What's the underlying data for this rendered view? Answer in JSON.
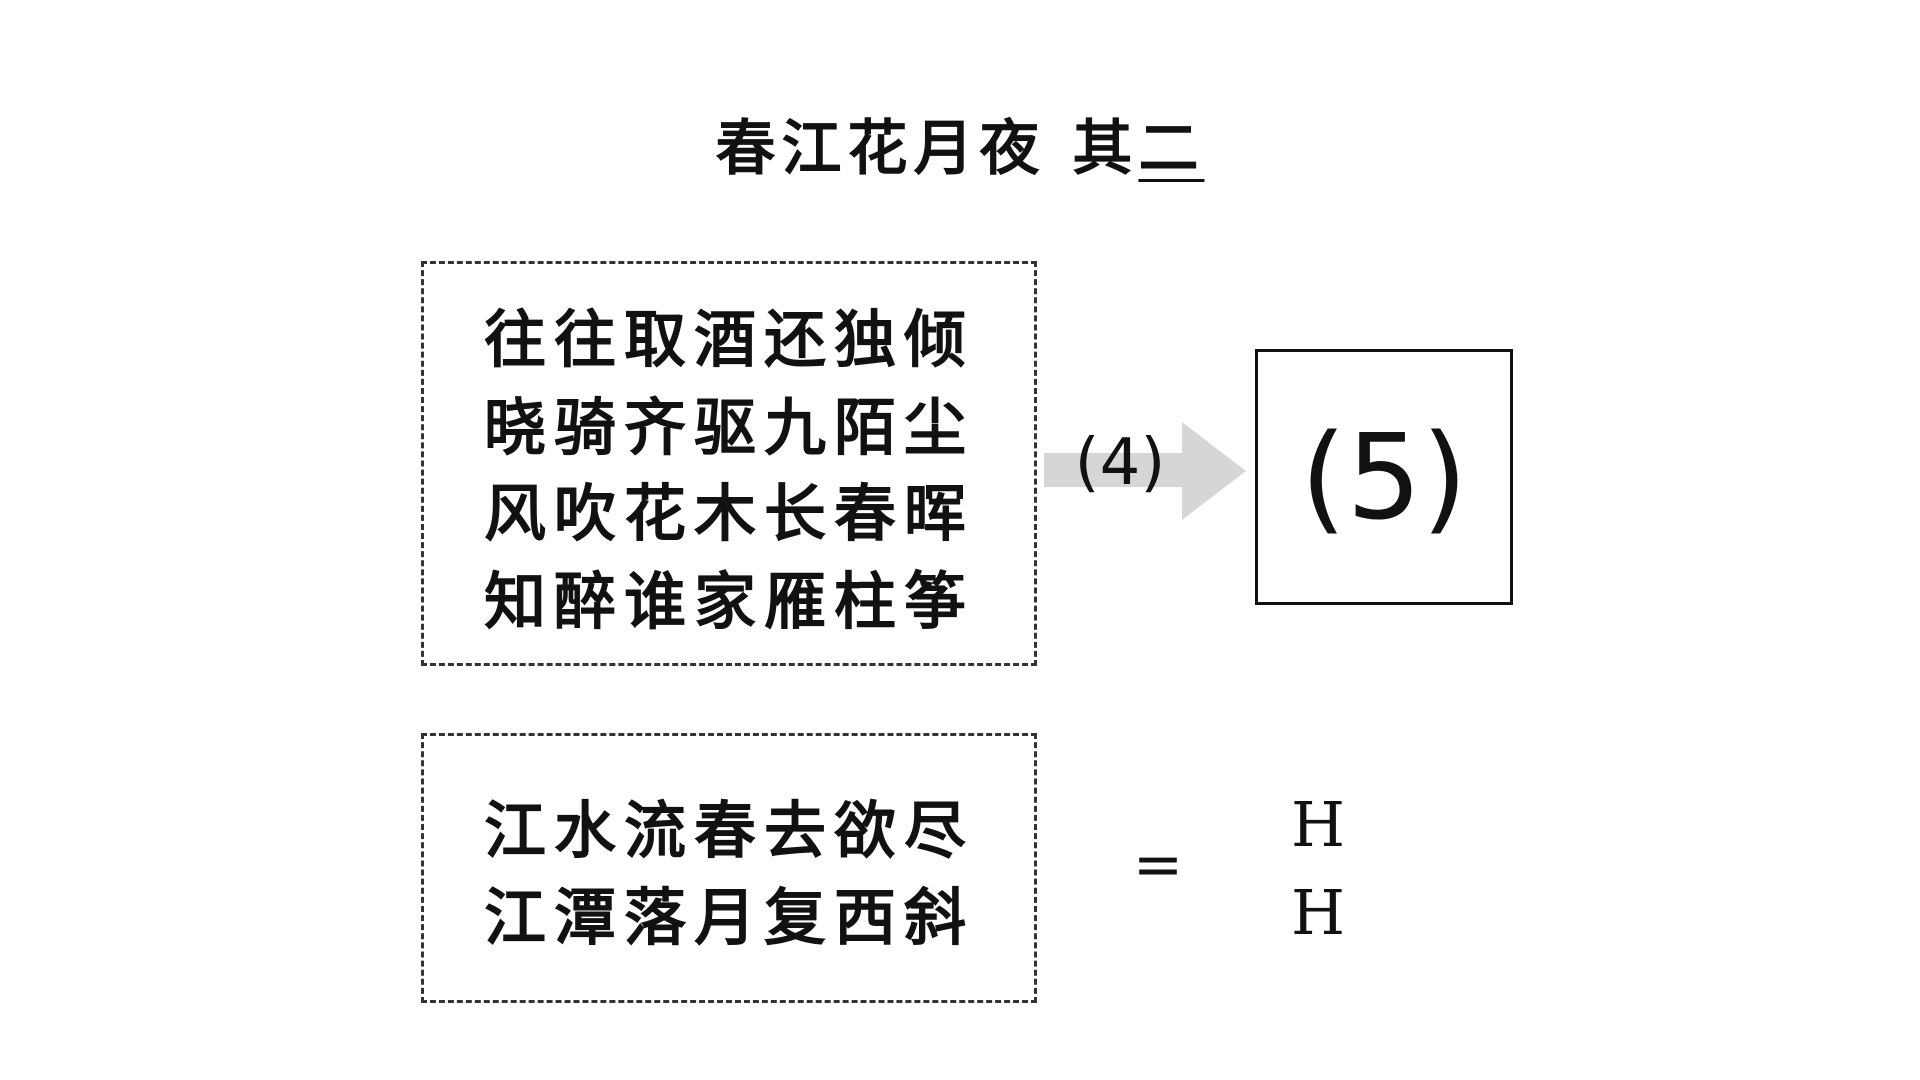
{
  "title": {
    "main": "春江花月夜 其",
    "underlined": "二"
  },
  "box1": {
    "lines": [
      "往往取酒还独倾",
      "晓骑齐驱九陌尘",
      "风吹花木长春晖",
      "知醉谁家雁柱筝"
    ]
  },
  "arrow": {
    "label": "(4)"
  },
  "answer_box": {
    "label": "(5)"
  },
  "box2": {
    "lines": [
      "江水流春去欲尽",
      "江潭落月复西斜"
    ]
  },
  "equals": "=",
  "tones": [
    "H",
    "H"
  ]
}
